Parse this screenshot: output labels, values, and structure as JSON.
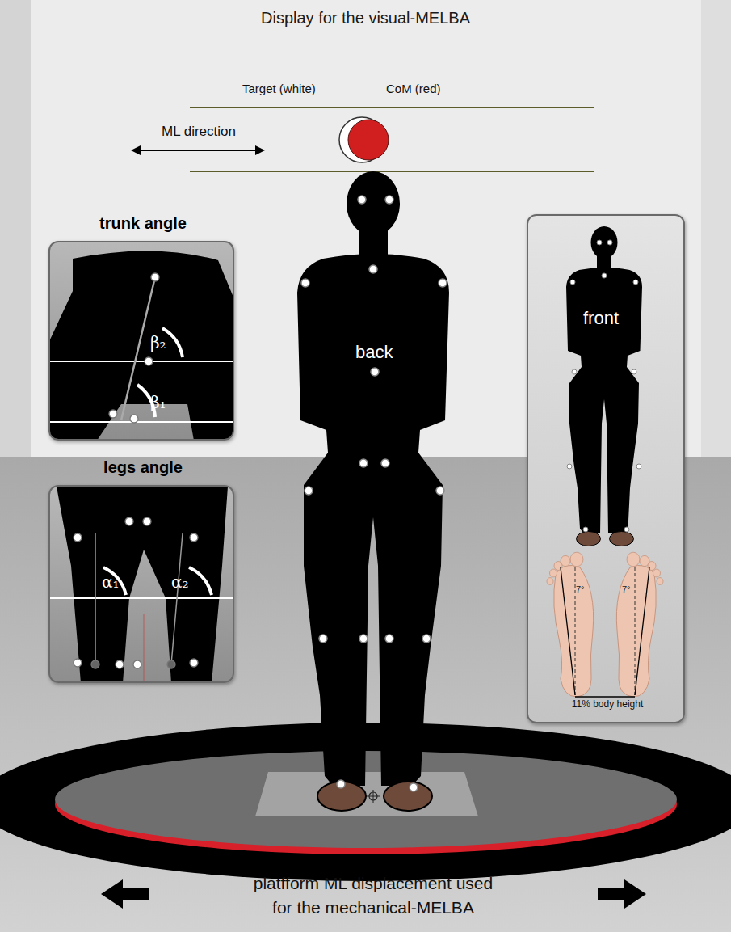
{
  "diagram": {
    "title": "Display for the visual-MELBA",
    "nodes": [
      {
        "text": [
          "trunk angle",
          "β₂",
          "β₁"
        ]
      },
      {
        "text": [
          "legs angle",
          "α₁",
          "α₂"
        ]
      },
      {
        "text": [
          "front",
          "7°",
          "7°",
          "11% body height"
        ]
      }
    ],
    "edges": [],
    "labels": [
      "Target  (white)",
      "CoM (red)",
      "ML direction",
      "back",
      "platfform ML displacement used for the mechanical-MELBA"
    ]
  }
}
